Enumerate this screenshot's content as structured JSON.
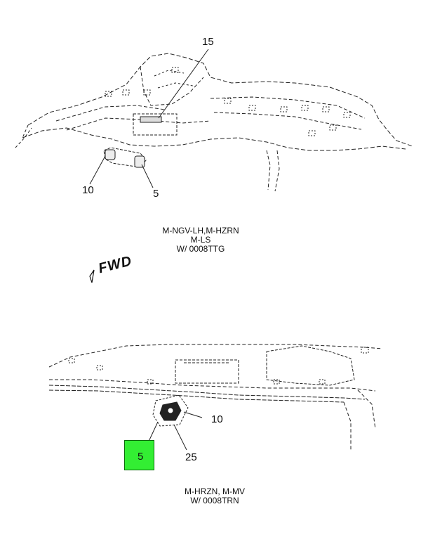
{
  "diagram": {
    "upper_view": {
      "callouts": {
        "c15": "15",
        "c10": "10",
        "c5": "5"
      },
      "caption_lines": [
        "M-NGV-LH,M-HZRN",
        "M-LS",
        "W/ 0008TTG"
      ]
    },
    "direction_label": "FWD",
    "lower_view": {
      "callouts": {
        "c10": "10",
        "c25": "25",
        "c5": "5"
      },
      "caption_lines": [
        "M-HRZN, M-MV",
        "W/ 0008TRN"
      ]
    },
    "highlight_color": "#33ee33"
  }
}
